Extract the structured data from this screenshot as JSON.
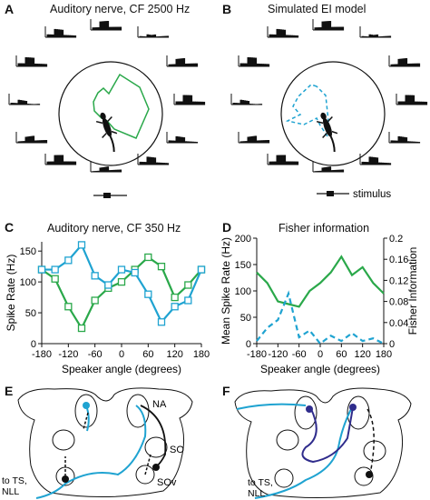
{
  "panels": {
    "A": {
      "label": "A",
      "title": "Auditory nerve, CF 2500 Hz"
    },
    "B": {
      "label": "B",
      "title": "Simulated EI model",
      "stimulus_label": "stimulus"
    },
    "C": {
      "label": "C",
      "title": "Auditory nerve, CF 350 Hz"
    },
    "D": {
      "label": "D",
      "title": "Fisher information"
    },
    "E": {
      "label": "E",
      "labels": [
        "NA",
        "SO",
        "SOv"
      ],
      "outflow_label": [
        "to TS,",
        "NLL"
      ]
    },
    "F": {
      "label": "F",
      "outflow_label": [
        "to TS,",
        "NLL"
      ]
    }
  },
  "colors": {
    "green": "#2aa84a",
    "blue": "#1fa3d1",
    "navy": "#2f2c8c",
    "black": "#111111"
  },
  "chart_data": [
    {
      "type": "line",
      "panel": "C",
      "title": "Auditory nerve, CF 350 Hz",
      "xlabel": "Speaker angle (degrees)",
      "ylabel": "Spike Rate (Hz)",
      "xlim": [
        -180,
        180
      ],
      "ylim": [
        0,
        165
      ],
      "xticks": [
        -180,
        -120,
        -60,
        0,
        60,
        120,
        180
      ],
      "yticks": [
        0,
        50,
        100,
        150
      ],
      "x": [
        -180,
        -150,
        -120,
        -90,
        -60,
        -30,
        0,
        30,
        60,
        90,
        120,
        150,
        180
      ],
      "series": [
        {
          "color": "#2aa84a",
          "values": [
            120,
            105,
            60,
            25,
            70,
            90,
            100,
            120,
            140,
            125,
            75,
            95,
            120
          ]
        },
        {
          "color": "#1fa3d1",
          "values": [
            120,
            120,
            135,
            160,
            110,
            95,
            120,
            115,
            80,
            35,
            60,
            70,
            120
          ]
        }
      ]
    },
    {
      "type": "line",
      "panel": "D",
      "title": "Fisher information",
      "xlabel": "Speaker angle (degrees)",
      "ylabel": "Mean Spike Rate (Hz)",
      "y2label": "Fisher Information",
      "xlim": [
        -180,
        180
      ],
      "ylim": [
        0,
        200
      ],
      "y2lim": [
        0,
        0.2
      ],
      "xticks": [
        -180,
        -120,
        -60,
        0,
        60,
        120,
        180
      ],
      "yticks": [
        0,
        50,
        100,
        150,
        200
      ],
      "y2ticks": [
        0,
        0.04,
        0.08,
        0.12,
        0.16,
        0.2
      ],
      "x": [
        -180,
        -150,
        -120,
        -90,
        -60,
        -30,
        0,
        30,
        60,
        90,
        120,
        150,
        180
      ],
      "series": [
        {
          "color": "#2aa84a",
          "axis": "left",
          "dashed": false,
          "values": [
            135,
            115,
            80,
            75,
            70,
            100,
            115,
            135,
            165,
            130,
            145,
            115,
            95
          ]
        },
        {
          "color": "#1fa3d1",
          "axis": "right",
          "dashed": true,
          "values": [
            0.005,
            0.03,
            0.045,
            0.095,
            0.012,
            0.025,
            0.0,
            0.015,
            0.005,
            0.02,
            0.005,
            0.01,
            0.0
          ]
        }
      ]
    }
  ]
}
